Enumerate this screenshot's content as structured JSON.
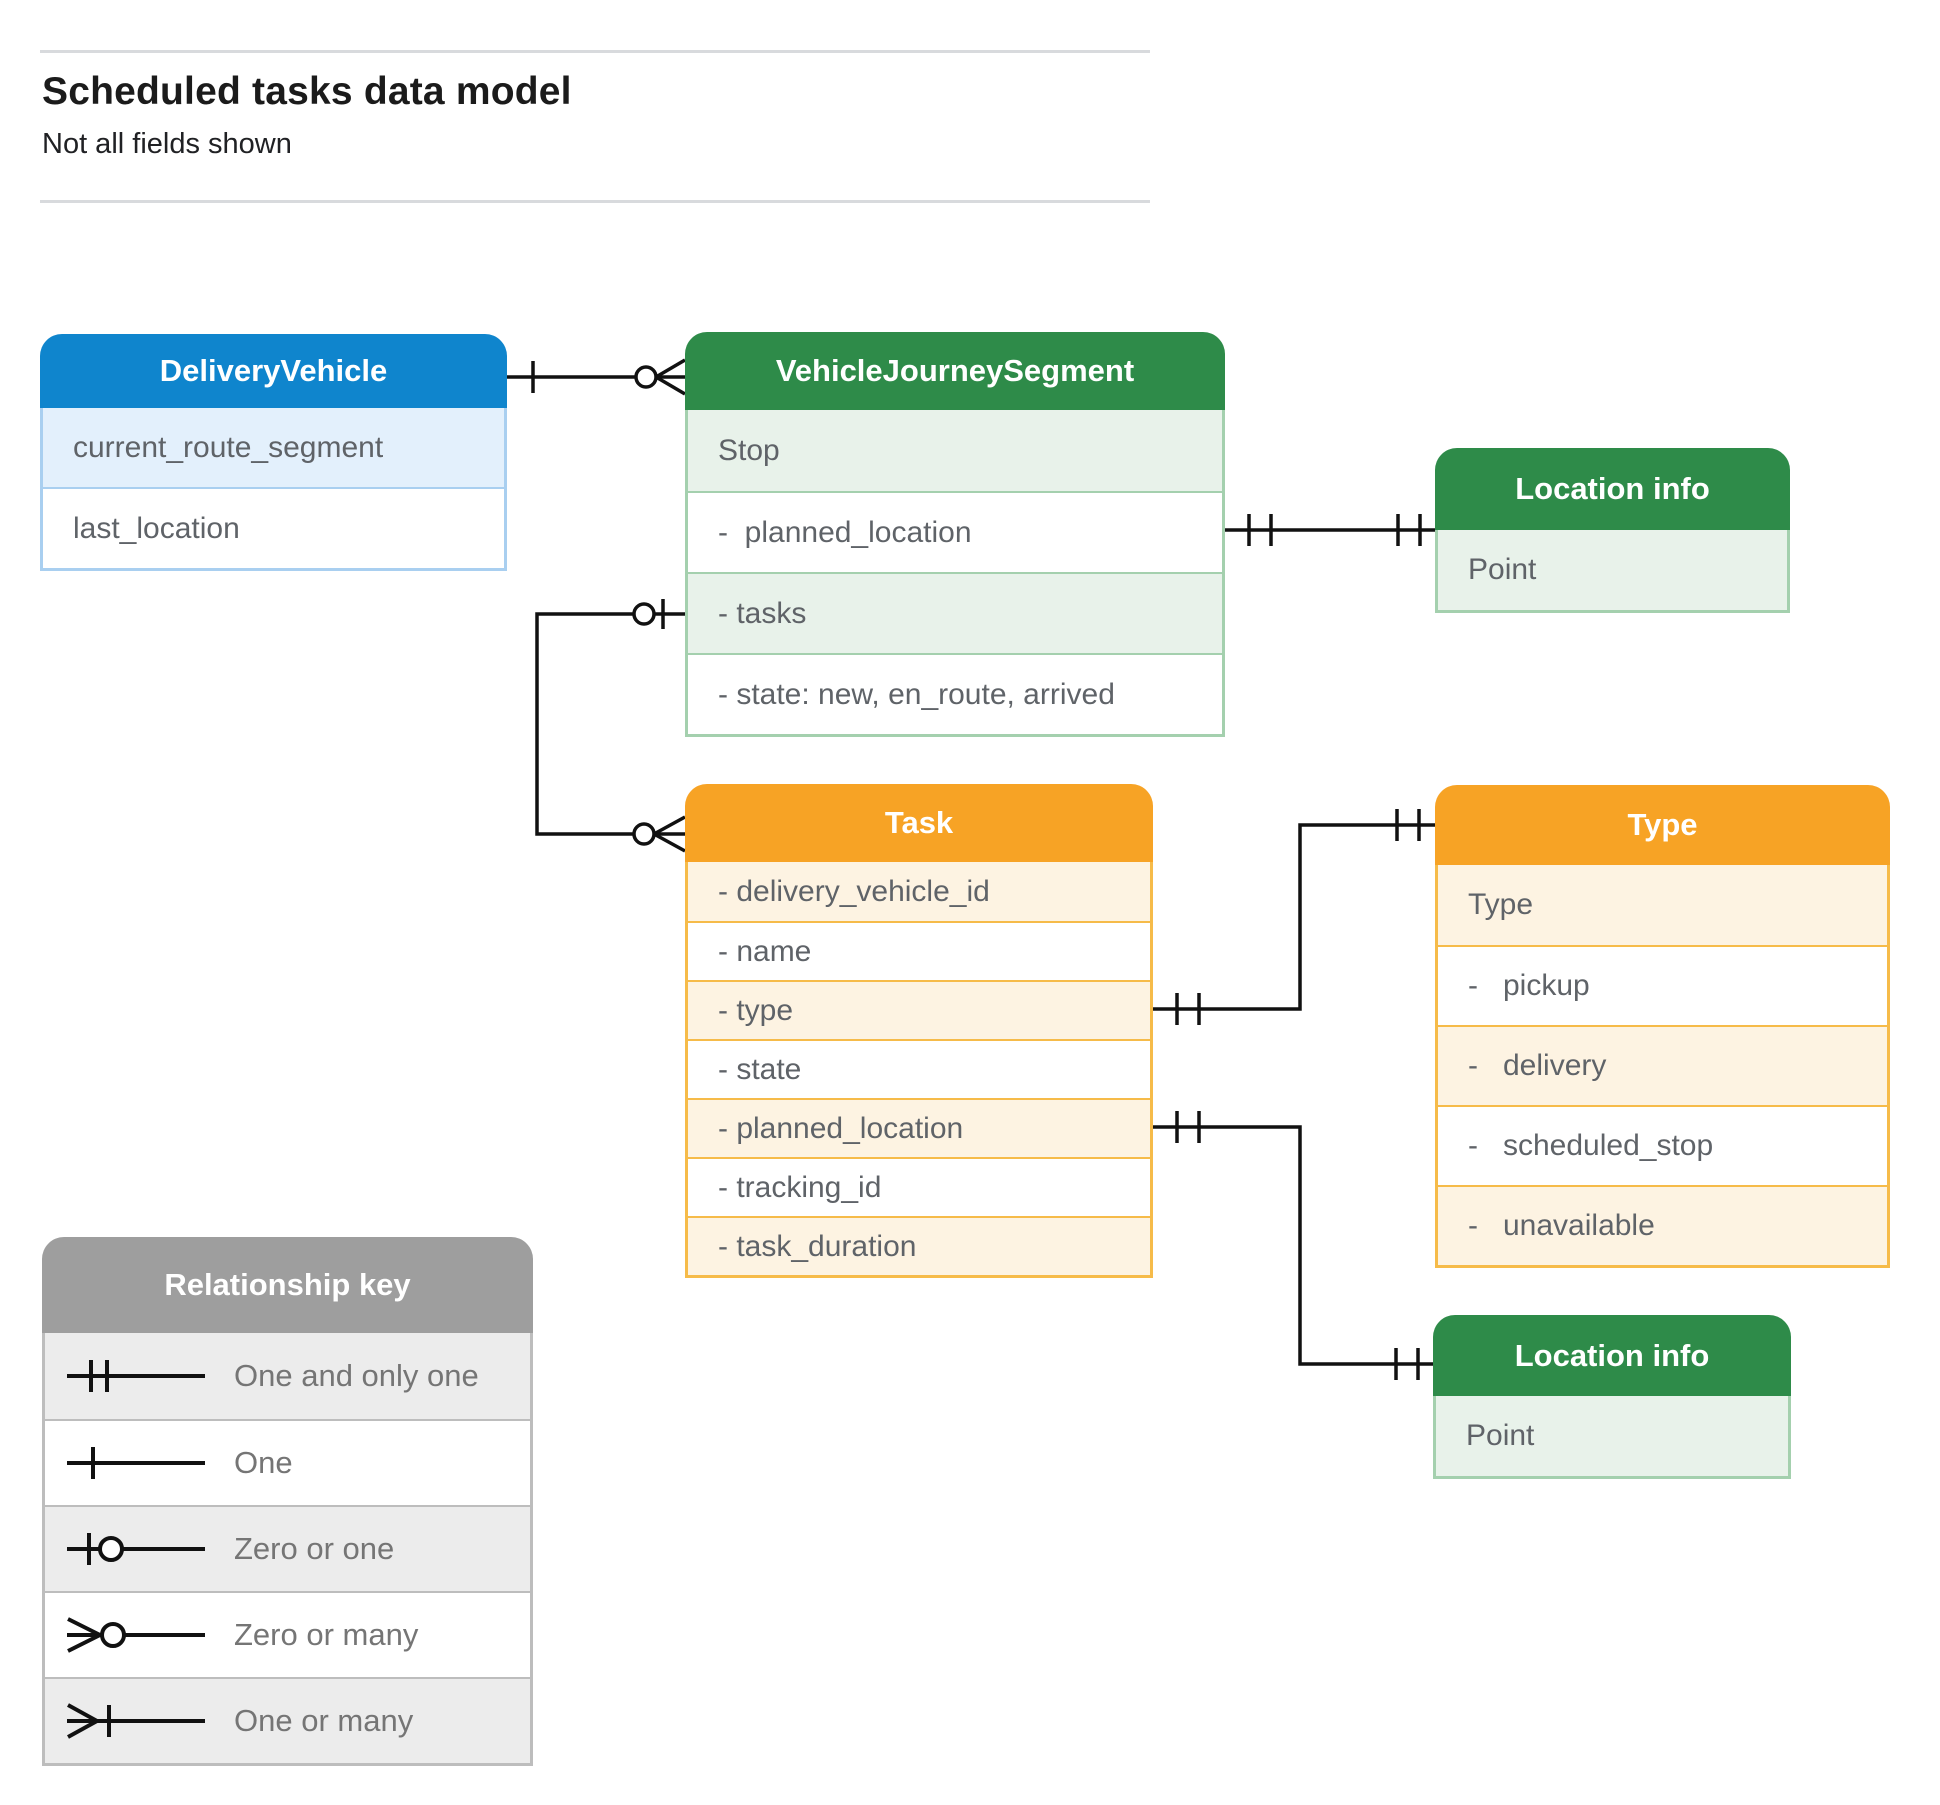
{
  "page": {
    "title": "Scheduled tasks data model",
    "subtitle": "Not all fields shown"
  },
  "colors": {
    "blue_header": "#0f85cd",
    "blue_tint": "#e3f0fc",
    "green_header": "#2e8b49",
    "green_tint": "#e8f2ea",
    "orange_header": "#f7a325",
    "orange_tint": "#fdf3e2",
    "gray_header": "#9e9e9e",
    "gray_tint": "#ececec",
    "field_text": "#5f6368",
    "connector": "#111111"
  },
  "entities": [
    {
      "title": "DeliveryVehicle",
      "theme": "blue",
      "fields": [
        {
          "text": "current_route_segment"
        },
        {
          "text": "last_location"
        }
      ]
    },
    {
      "title": "VehicleJourneySegment",
      "theme": "green",
      "fields": [
        {
          "text": "Stop"
        },
        {
          "text": "-  planned_location"
        },
        {
          "text": "- tasks"
        },
        {
          "text": "- state: new, en_route, arrived"
        }
      ]
    },
    {
      "title": "Location info",
      "theme": "green",
      "fields": [
        {
          "text": "Point"
        }
      ]
    },
    {
      "title": "Task",
      "theme": "orange",
      "fields": [
        {
          "text": "- delivery_vehicle_id"
        },
        {
          "text": "- name"
        },
        {
          "text": "- type"
        },
        {
          "text": "- state"
        },
        {
          "text": "- planned_location"
        },
        {
          "text": "- tracking_id"
        },
        {
          "text": "- task_duration"
        }
      ]
    },
    {
      "title": "Type",
      "theme": "orange",
      "fields": [
        {
          "text": "Type"
        },
        {
          "text": "-   pickup"
        },
        {
          "text": "-   delivery"
        },
        {
          "text": "-   scheduled_stop"
        },
        {
          "text": "-   unavailable"
        }
      ]
    },
    {
      "title": "Location info",
      "theme": "green",
      "fields": [
        {
          "text": "Point"
        }
      ]
    }
  ],
  "legend": {
    "title": "Relationship key",
    "items": [
      {
        "symbol": "one-and-only-one",
        "label": "One and only one"
      },
      {
        "symbol": "one",
        "label": "One"
      },
      {
        "symbol": "zero-or-one",
        "label": "Zero or one"
      },
      {
        "symbol": "zero-or-many",
        "label": "Zero or many"
      },
      {
        "symbol": "one-or-many",
        "label": "One or many"
      }
    ]
  },
  "relationships": [
    {
      "from": "DeliveryVehicle",
      "to": "VehicleJourneySegment",
      "from_end": "one",
      "to_end": "zero-or-many"
    },
    {
      "from": "VehicleJourneySegment.planned_location",
      "to": "Location info",
      "from_end": "one-and-only-one",
      "to_end": "one-and-only-one"
    },
    {
      "from": "VehicleJourneySegment.tasks",
      "to": "Task",
      "from_end": "zero-or-one",
      "to_end": "zero-or-many"
    },
    {
      "from": "Task.type",
      "to": "Type",
      "from_end": "one-and-only-one",
      "to_end": "one-and-only-one"
    },
    {
      "from": "Task.planned_location",
      "to": "Location info",
      "from_end": "one-and-only-one",
      "to_end": "one-and-only-one"
    }
  ]
}
